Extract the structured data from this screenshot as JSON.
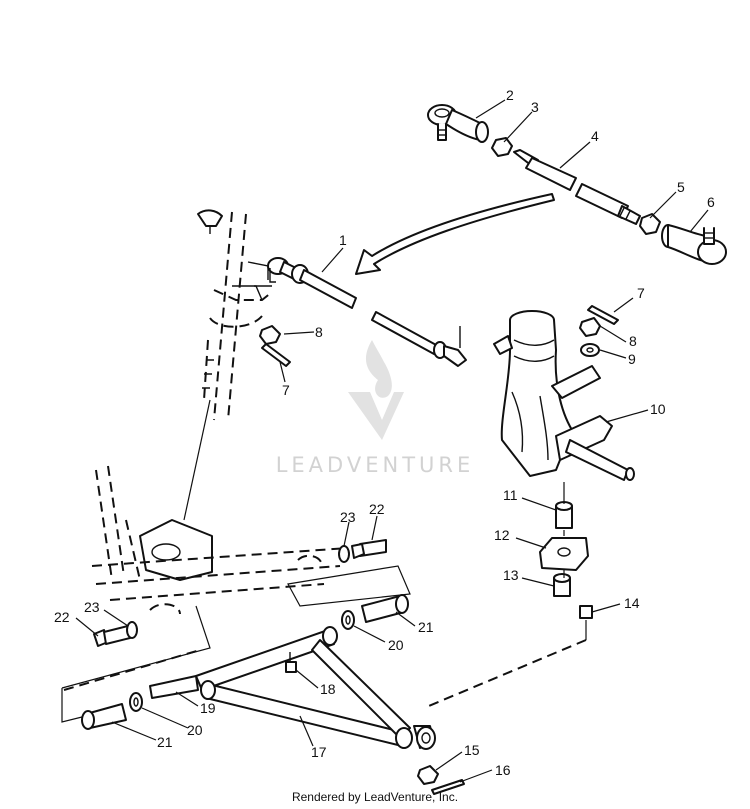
{
  "watermark": {
    "brand": "LEADVENTURE"
  },
  "footer": {
    "credit": "Rendered by LeadVenture, Inc."
  },
  "callouts": {
    "c1": "1",
    "c2": "2",
    "c3": "3",
    "c4": "4",
    "c5": "5",
    "c6": "6",
    "c7a": "7",
    "c7b": "7",
    "c8a": "8",
    "c8b": "8",
    "c9": "9",
    "c10": "10",
    "c11": "11",
    "c12": "12",
    "c13": "13",
    "c14": "14",
    "c15": "15",
    "c16": "16",
    "c17": "17",
    "c18": "18",
    "c19": "19",
    "c20a": "20",
    "c20b": "20",
    "c21a": "21",
    "c21b": "21",
    "c22a": "22",
    "c22b": "22",
    "c23a": "23",
    "c23b": "23"
  }
}
